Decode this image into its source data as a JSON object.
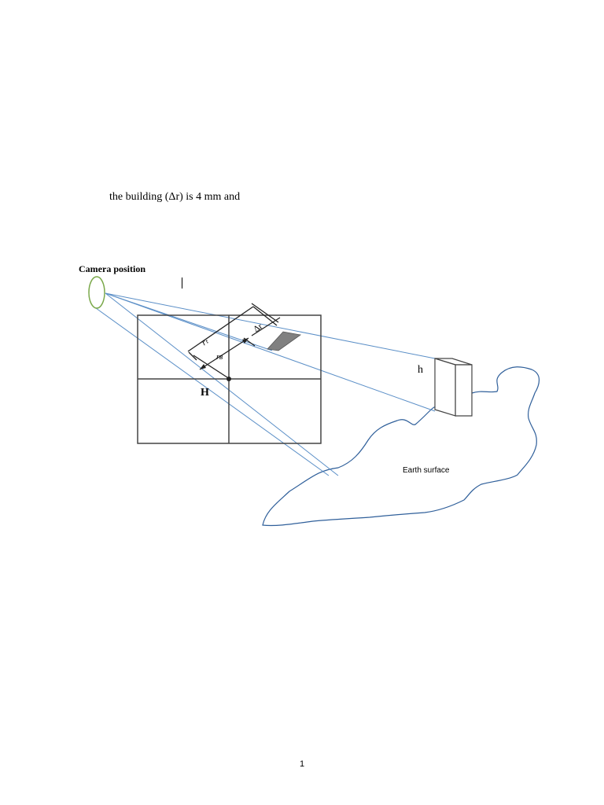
{
  "document": {
    "body_text": "the building (Δr) is 4 mm and",
    "page_number": "1"
  },
  "figure": {
    "labels": {
      "camera": "Camera position",
      "r_t": "rₜ",
      "r_b": "rʙ",
      "delta_r": "Δr",
      "H": "H",
      "h": "h",
      "earth": "Earth surface"
    },
    "colors": {
      "rays": "#5b8fc7",
      "frame": "#444444",
      "camera_lens": "#7aa84a",
      "earth_outline": "#2f5f9a",
      "building_shadow": "#808080"
    }
  }
}
